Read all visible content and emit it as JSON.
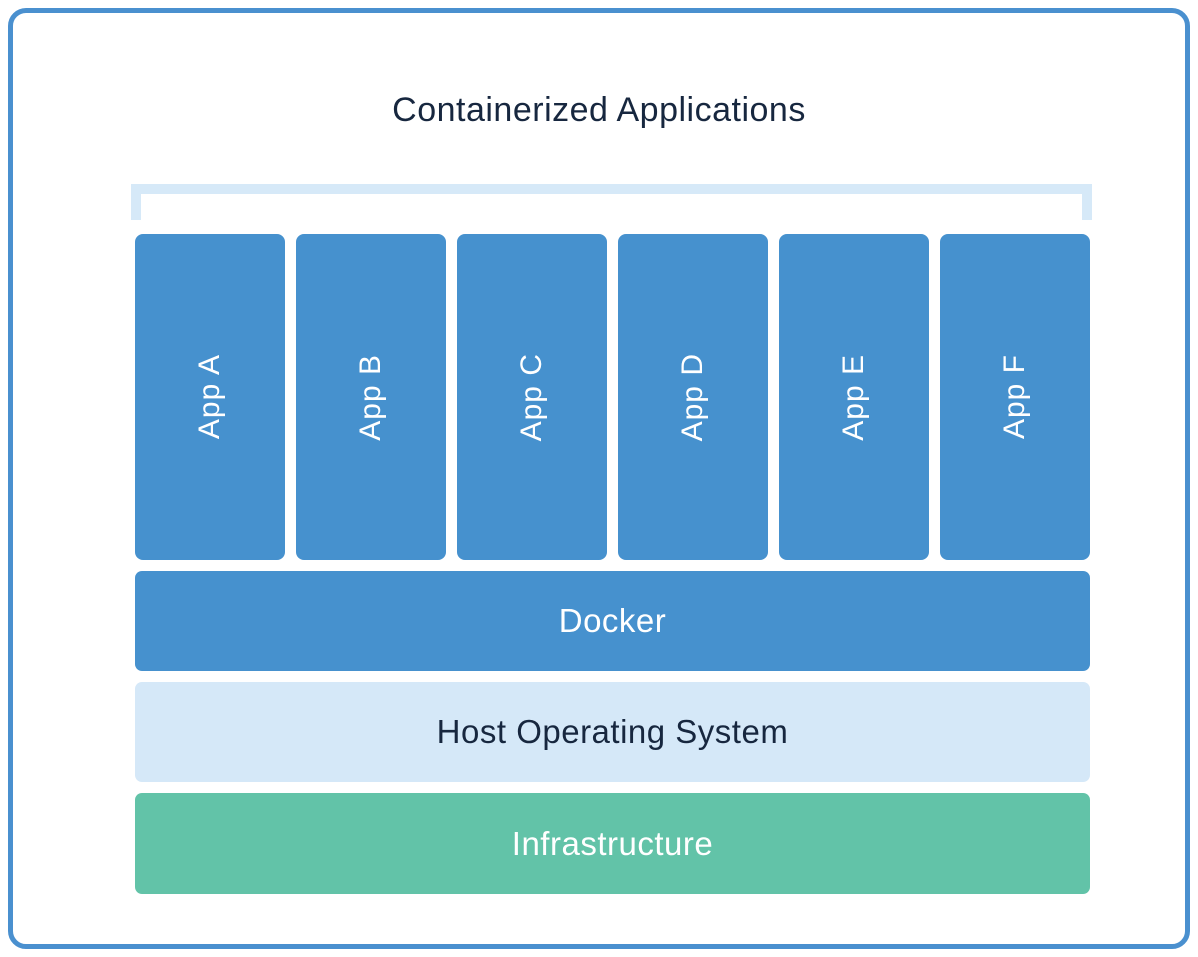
{
  "title": "Containerized Applications",
  "apps": {
    "items": [
      "App A",
      "App B",
      "App C",
      "App D",
      "App E",
      "App F"
    ]
  },
  "layers": {
    "docker": "Docker",
    "host_os": "Host Operating System",
    "infrastructure": "Infrastructure"
  },
  "colors": {
    "blue": "#4691ce",
    "light_blue": "#d5e8f8",
    "bracket_blue": "#d6e9f8",
    "green": "#62c3a8",
    "navy": "#17273f",
    "border_blue": "#4a90cf",
    "white": "#ffffff"
  }
}
